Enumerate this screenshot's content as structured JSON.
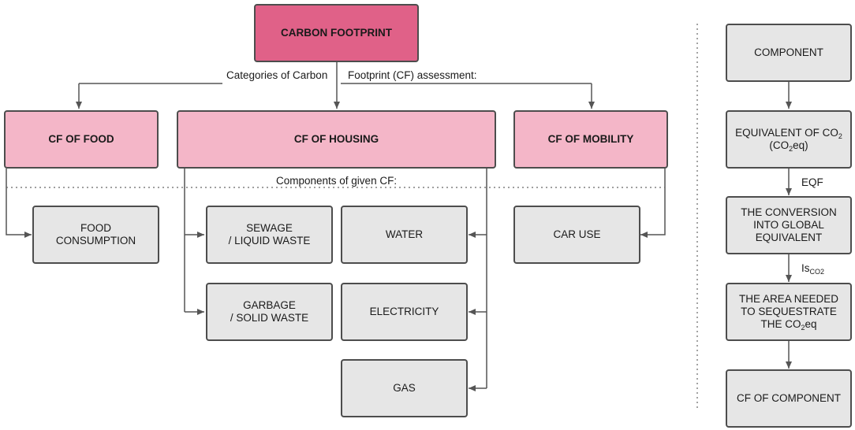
{
  "root": {
    "label": "CARBON FOOTPRINT"
  },
  "labels": {
    "categories_left": "Categories of Carbon",
    "categories_right": "Footprint (CF) assessment:",
    "components": "Components of given CF:",
    "eqf": "EQF",
    "is_main": "Is",
    "is_sub": "CO2"
  },
  "categories": {
    "food": "CF OF FOOD",
    "housing": "CF OF HOUSING",
    "mobility": "CF OF MOBILITY"
  },
  "components": {
    "food_consumption": "FOOD\nCONSUMPTION",
    "sewage": "SEWAGE\n/ LIQUID WASTE",
    "garbage": "GARBAGE\n/ SOLID WASTE",
    "water": "WATER",
    "electricity": "ELECTRICITY",
    "gas": "GAS",
    "car_use": "CAR USE"
  },
  "process": {
    "component": "COMPONENT",
    "equiv_line1_pre": "EQUIVALENT OF CO",
    "equiv_line1_sub": "2",
    "equiv_line2_pre": "(CO",
    "equiv_line2_sub": "2",
    "equiv_line2_post": "eq)",
    "conversion": "THE CONVERSION\nINTO GLOBAL\nEQUIVALENT",
    "area_line1": "THE AREA NEEDED",
    "area_line2": "TO SEQUESTRATE",
    "area_line3_pre": "THE CO",
    "area_line3_sub": "2",
    "area_line3_post": "eq",
    "cf_component": "CF OF COMPONENT"
  }
}
